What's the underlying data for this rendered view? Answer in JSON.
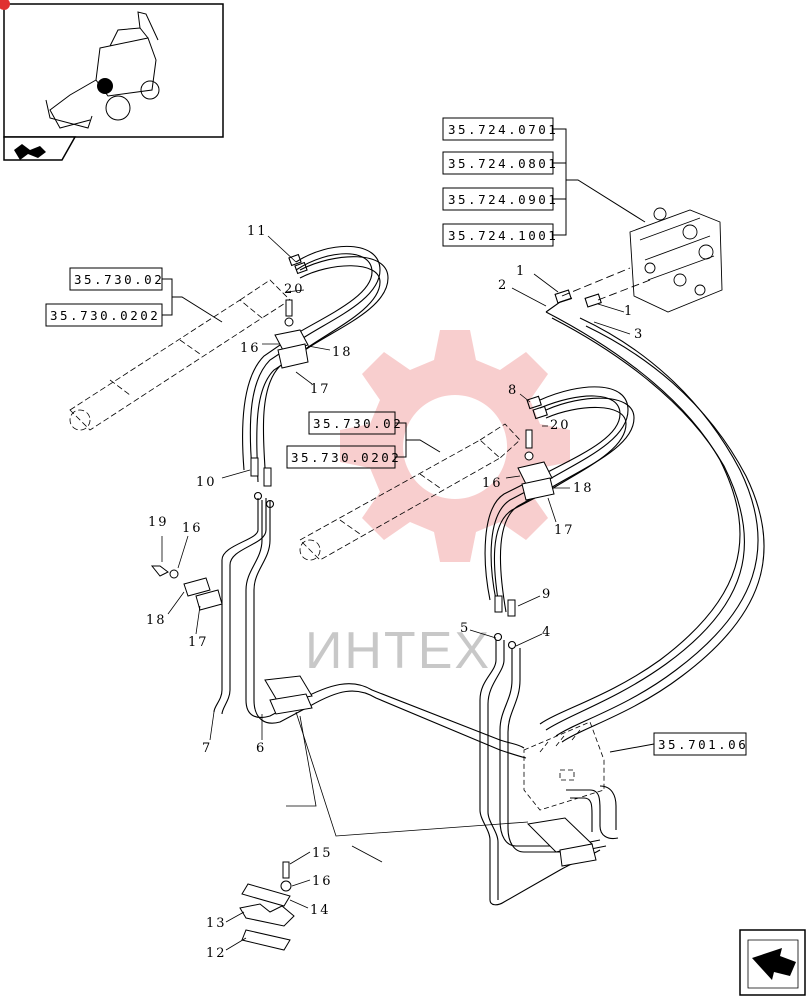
{
  "refs": {
    "top_group": [
      "35.724.0701",
      "35.724.0801",
      "35.724.0901",
      "35.724.1001"
    ],
    "left_group": [
      "35.730.02",
      "35.730.0202"
    ],
    "mid_group": [
      "35.730.02",
      "35.730.0202"
    ],
    "right_single": "35.701.06"
  },
  "callouts": {
    "c1a": "1",
    "c1b": "1",
    "c2": "2",
    "c3": "3",
    "c4": "4",
    "c5": "5",
    "c6": "6",
    "c7": "7",
    "c8": "8",
    "c9": "9",
    "c10": "10",
    "c11": "11",
    "c12": "12",
    "c13": "13",
    "c14": "14",
    "c15": "15",
    "c16a": "16",
    "c16b": "16",
    "c16c": "16",
    "c16d": "16",
    "c17a": "17",
    "c17b": "17",
    "c17c": "17",
    "c18a": "18",
    "c18b": "18",
    "c18c": "18",
    "c19": "19",
    "c20a": "20",
    "c20b": "20"
  },
  "watermark": {
    "text": "ИНТЕХ",
    "color": "#e85a5a"
  }
}
